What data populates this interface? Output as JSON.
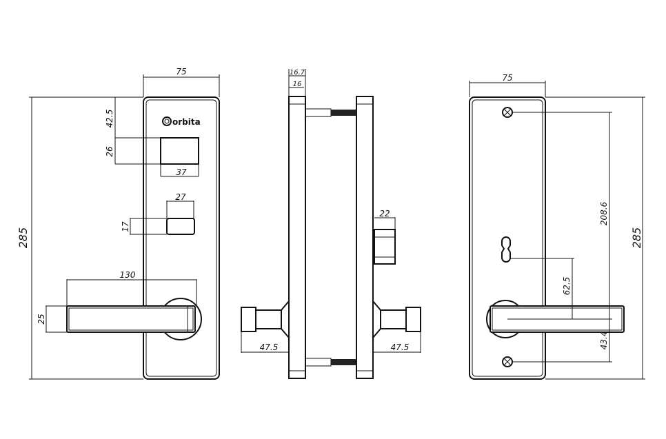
{
  "logo": "orbita",
  "front_view": {
    "width": "75",
    "height": "285",
    "reader_top": "42.5",
    "reader_height": "26",
    "reader_width": "37",
    "button_width": "27",
    "button_height": "17",
    "lever_length": "130",
    "lever_height": "25"
  },
  "side_view": {
    "thickness_outer": "16.7",
    "thickness_inner": "16",
    "block_depth": "22",
    "lever_left_projection": "47.5",
    "lever_right_projection": "47.5"
  },
  "back_view": {
    "width": "75",
    "height": "285",
    "screw_spacing": "208.6",
    "keyhole_to_lever": "62.5",
    "lever_to_screw": "43.4"
  }
}
